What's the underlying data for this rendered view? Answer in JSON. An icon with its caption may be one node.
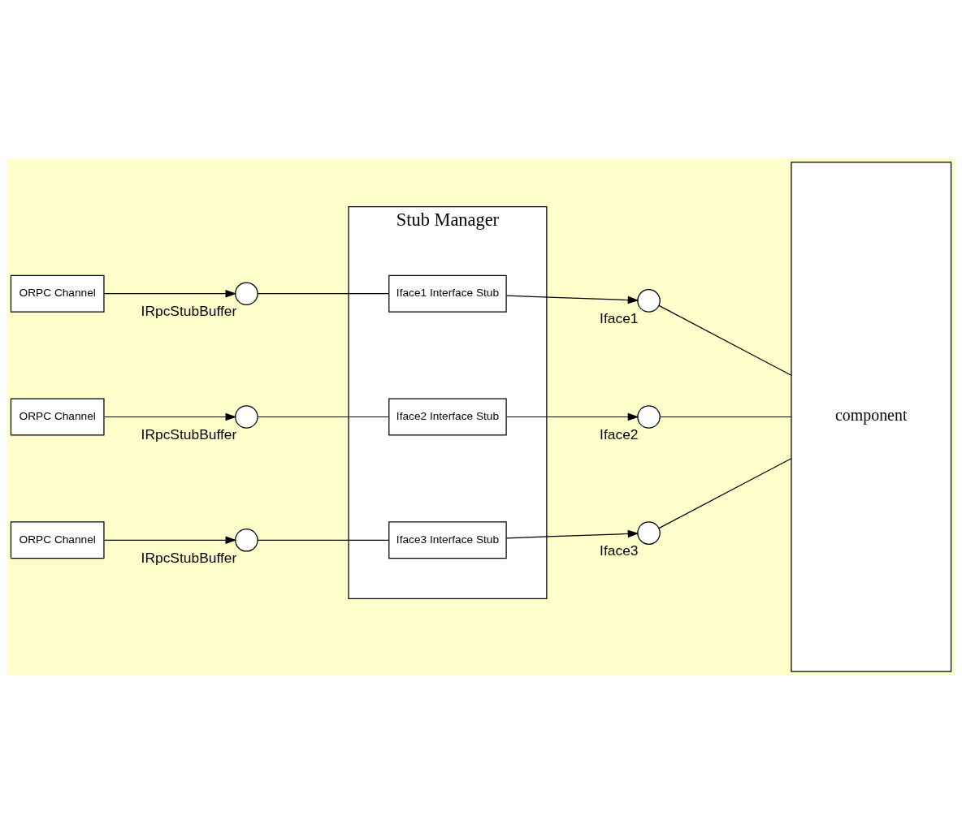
{
  "diagram": {
    "nodes": [
      {
        "text": [
          "Stub Manager"
        ]
      },
      {
        "text": [
          "component"
        ]
      },
      {
        "text": [
          "ORPC Channel"
        ]
      },
      {
        "text": [],
        "shape": "circle",
        "beside": [
          "IRpcStubBuffer"
        ]
      },
      {
        "text": [
          "Iface1 Interface Stub"
        ],
        "in": 0
      },
      {
        "text": [],
        "shape": "circle",
        "beside": [
          "Iface1"
        ]
      },
      {
        "text": [
          "ORPC Channel"
        ]
      },
      {
        "text": [],
        "shape": "circle",
        "beside": [
          "IRpcStubBuffer"
        ]
      },
      {
        "text": [
          "Iface2 Interface Stub"
        ],
        "in": 0
      },
      {
        "text": [],
        "shape": "circle",
        "beside": [
          "Iface2"
        ]
      },
      {
        "text": [
          "ORPC Channel"
        ]
      },
      {
        "text": [],
        "shape": "circle",
        "beside": [
          "IRpcStubBuffer"
        ]
      },
      {
        "text": [
          "Iface3 Interface Stub"
        ],
        "in": 0
      },
      {
        "text": [],
        "shape": "circle",
        "beside": [
          "Iface3"
        ]
      }
    ],
    "edges": [
      {
        "from": 2,
        "to": 3,
        "arrow": "to"
      },
      {
        "from": 3,
        "to": 4,
        "arrow": "none"
      },
      {
        "from": 4,
        "to": 5,
        "arrow": "to"
      },
      {
        "from": 5,
        "to": 1,
        "arrow": "none"
      },
      {
        "from": 6,
        "to": 7,
        "arrow": "to"
      },
      {
        "from": 7,
        "to": 8,
        "arrow": "none"
      },
      {
        "from": 8,
        "to": 9,
        "arrow": "to"
      },
      {
        "from": 9,
        "to": 1,
        "arrow": "none"
      },
      {
        "from": 10,
        "to": 11,
        "arrow": "to"
      },
      {
        "from": 11,
        "to": 12,
        "arrow": "none"
      },
      {
        "from": 12,
        "to": 13,
        "arrow": "to"
      },
      {
        "from": 13,
        "to": 1,
        "arrow": "none"
      }
    ]
  }
}
